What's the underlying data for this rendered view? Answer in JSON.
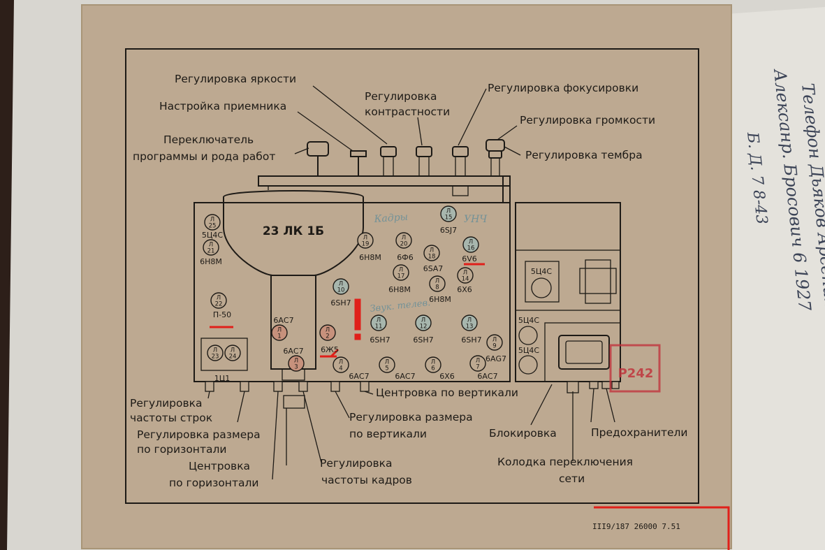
{
  "crt_label": "23 ЛК 1Б",
  "labels_top": {
    "brightness": "Регулировка яркости",
    "tuning": "Настройка приемника",
    "switch_line1": "Переключатель",
    "switch_line2": "программы и рода работ",
    "contrast_line1": "Регулировка",
    "contrast_line2": "контрастности",
    "focus": "Регулировка фокусировки",
    "volume": "Регулировка громкости",
    "tone": "Регулировка тембра"
  },
  "labels_bottom": {
    "line_freq_1": "Регулировка",
    "line_freq_2": "частоты строк",
    "hsize_1": "Регулировка размера",
    "hsize_2": "по горизонтали",
    "hcenter_1": "Центровка",
    "hcenter_2": "по горизонтали",
    "frame_freq_1": "Регулировка",
    "frame_freq_2": "частоты кадров",
    "vsize_1": "Регулировка размера",
    "vsize_2": "по вертикали",
    "vcenter": "Центровка по вертикали",
    "interlock": "Блокировка",
    "fuses": "Предохранители",
    "mains_1": "Колодка переключения",
    "mains_2": "сети"
  },
  "tubes": [
    {
      "id": "Л 25",
      "type": "5Ц4С"
    },
    {
      "id": "Л 21",
      "type": "6Н8М"
    },
    {
      "id": "Л 22",
      "type": "П-50"
    },
    {
      "id": "Л 23",
      "type": ""
    },
    {
      "id": "Л 24",
      "type": ""
    },
    {
      "id": "Л 1",
      "type": "6АС7"
    },
    {
      "id": "Л 3",
      "type": "6АС7"
    },
    {
      "id": "Л 2",
      "type": "6Ж5"
    },
    {
      "id": "Л 4",
      "type": "6АС7"
    },
    {
      "id": "Л 5",
      "type": "6АС7"
    },
    {
      "id": "Л 6",
      "type": "6Х6"
    },
    {
      "id": "Л 7",
      "type": "6АС7"
    },
    {
      "id": "Л 9",
      "type": "6АG7"
    },
    {
      "id": "Л 10",
      "type": "6SН7"
    },
    {
      "id": "Л 11",
      "type": "6SН7"
    },
    {
      "id": "Л 12",
      "type": "6SН7"
    },
    {
      "id": "Л 13",
      "type": "6SН7"
    },
    {
      "id": "Л 19",
      "type": "6Н8М"
    },
    {
      "id": "Л 20",
      "type": "6Ф6"
    },
    {
      "id": "Л 18",
      "type": "6SА7"
    },
    {
      "id": "Л 17",
      "type": "6Н8М"
    },
    {
      "id": "Л 8",
      "type": "6Н8М"
    },
    {
      "id": "Л 14",
      "type": "6Х6"
    },
    {
      "id": "Л 15",
      "type": "6SJ7"
    },
    {
      "id": "Л 16",
      "type": "6V6"
    }
  ],
  "misc": {
    "rectifier_block": "1Ц1",
    "rect_tube_1": "5Ц4С",
    "rect_tube_2": "5Ц4С",
    "rect_tube_3": "5Ц4С",
    "stamp": "Р242",
    "print_code": "III9/187 26000 7.51",
    "pencil_1": "Кадры",
    "pencil_2": "УНЧ",
    "pencil_3": "Звук. телев."
  },
  "handwriting": {
    "line1": "Телефон Дьяков Арсеник",
    "line2": "Алексанр. Бросович 6 1927",
    "line3": "Б. Д. 7 8-43"
  },
  "colors": {
    "paper": "#bda991",
    "ink": "#1d1a16",
    "red_marks": "#e0201a",
    "pencil": "#5a8a9a",
    "stamp": "#c0353d"
  }
}
